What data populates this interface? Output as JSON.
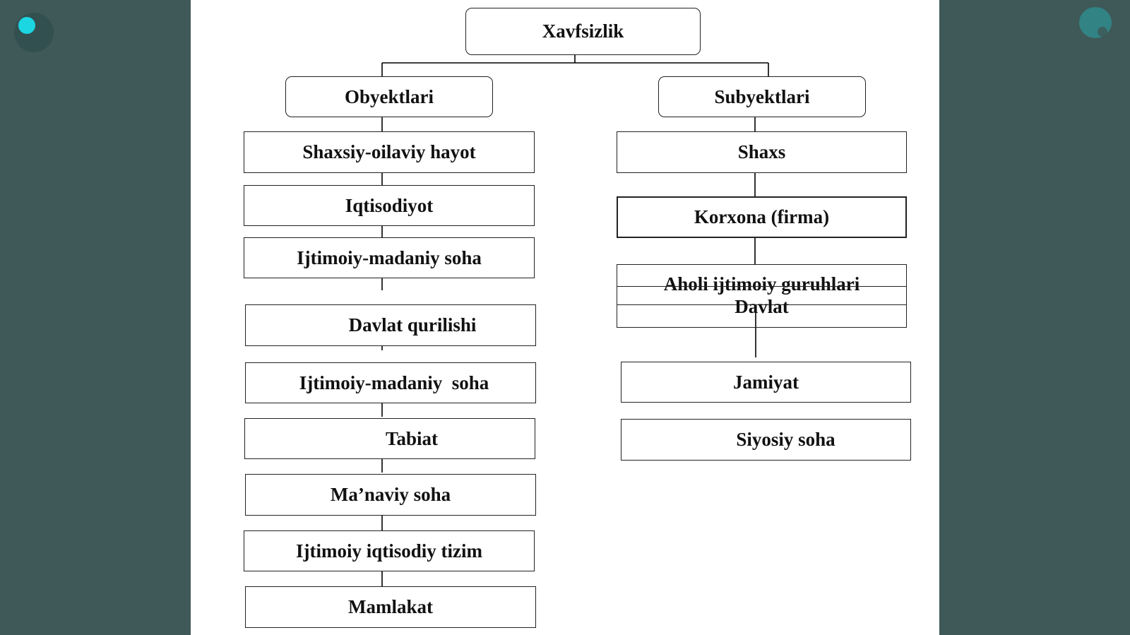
{
  "diagram": {
    "root": "Xavfsizlik",
    "objects": {
      "title": "Obyektlari",
      "items": [
        "Shaxsiy-oilaviy hayot",
        "Iqtisodiyot",
        "Ijtimoiy-madaniy soha",
        "Davlat qurilishi",
        "Ijtimoiy-madaniy  soha",
        "Tabiat",
        "Ma’naviy soha",
        "Ijtimoiy iqtisodiy tizim",
        "Mamlakat"
      ]
    },
    "subjects": {
      "title": "Subyektlari",
      "items": [
        "Shaxs",
        "Korxona (firma)",
        "Aholi ijtimoiy guruhlari",
        "Davlat",
        "Jamiyat",
        "Siyosiy soha"
      ]
    }
  }
}
